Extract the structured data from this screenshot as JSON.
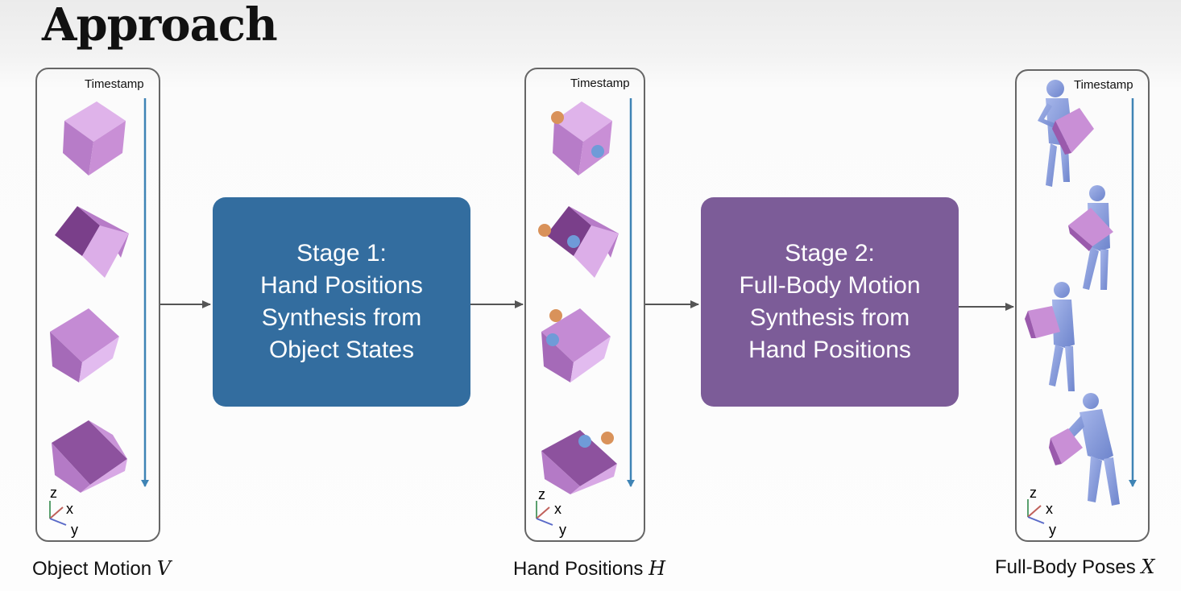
{
  "title": "Approach",
  "panels": [
    {
      "timestamp_label": "Timestamp",
      "caption": "Object Motion",
      "caption_var": "V"
    },
    {
      "timestamp_label": "Timestamp",
      "caption": "Hand Positions",
      "caption_var": "H"
    },
    {
      "timestamp_label": "Timestamp",
      "caption": "Full-Body Poses",
      "caption_var": "X"
    }
  ],
  "stages": [
    {
      "lines": [
        "Stage 1:",
        "Hand Positions",
        "Synthesis from",
        "Object States"
      ],
      "color": "#336d9f"
    },
    {
      "lines": [
        "Stage 2:",
        "Full-Body Motion",
        "Synthesis from",
        "Hand Positions"
      ],
      "color": "#7c5c98"
    }
  ],
  "axes_labels": {
    "z": "z",
    "x": "x",
    "y": "y"
  },
  "colors": {
    "cube": "#c98fd6",
    "cube_dark": "#8a4f98",
    "hand_left": "#d9925a",
    "hand_right": "#6f9bd8",
    "body": "#8b9fd9",
    "timeline_arrow": "#3f84b5",
    "flow_arrow": "#555555"
  }
}
